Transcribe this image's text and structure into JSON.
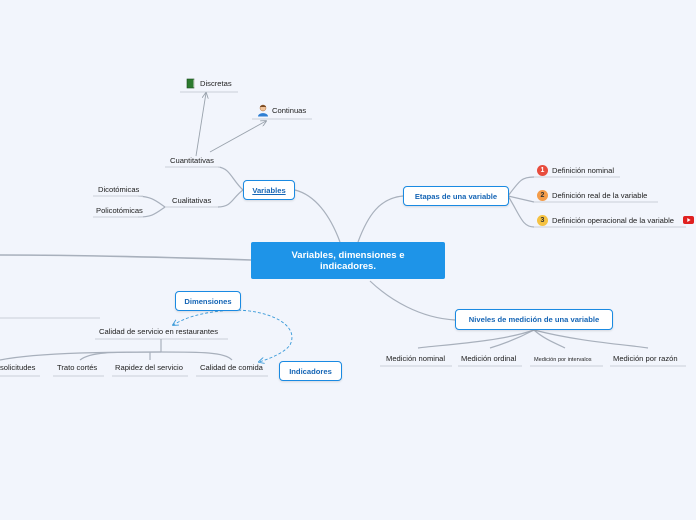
{
  "central": {
    "title": "Variables, dimensiones e indicadores."
  },
  "variables": {
    "label": "Variables",
    "cuantitativas": {
      "label": "Cuantitativas",
      "discretas": "Discretas",
      "continuas": "Continuas"
    },
    "cualitativas": {
      "label": "Cualitativas",
      "dicotomicas": "Dicotómicas",
      "policotomicas": "Policotómicas"
    }
  },
  "etapas": {
    "label": "Etapas de una variable",
    "items": [
      {
        "num": "1",
        "label": "Definición nominal",
        "color": "#e84c3d"
      },
      {
        "num": "2",
        "label": "Definición  real de la variable",
        "color": "#f39c4a"
      },
      {
        "num": "3",
        "label": "Definición operacional de la variable",
        "color": "#f5c242"
      }
    ]
  },
  "niveles": {
    "label": "Niveles de medición de una variable",
    "items": [
      "Medición nominal",
      "Medición ordinal",
      "Medición por intervalos",
      "Medición por razón"
    ]
  },
  "dimensiones": {
    "label": "Dimensiones",
    "calidad": "Calidad de servicio en restaurantes",
    "children": [
      "solicitudes",
      "Trato cortés",
      "Rapidez del servicio",
      "Calidad de comida"
    ]
  },
  "indicadores": {
    "label": "Indicadores"
  },
  "colors": {
    "central": "#1e94e8",
    "border": "#1a8ae2",
    "line": "#a8b0bc",
    "dashed": "#3a9ad9",
    "background": "#f2f5fc"
  }
}
